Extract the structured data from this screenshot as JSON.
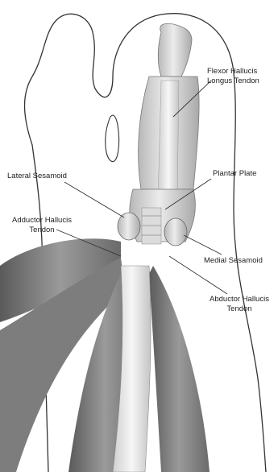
{
  "figure": {
    "labels": {
      "flexor_hallucis_longus_line1": "Flexor Hallucis",
      "flexor_hallucis_longus_line2": "Longus Tendon",
      "lateral_sesamoid": "Lateral Sesamoid",
      "plantar_plate": "Plantar Plate",
      "adductor_hallucis_line1": "Adductor Hallucis",
      "adductor_hallucis_line2": "Tendon",
      "medial_sesamoid": "Medial Sesamoid",
      "abductor_hallucis_line1": "Abductor Hallucis",
      "abductor_hallucis_line2": "Tendon"
    }
  }
}
